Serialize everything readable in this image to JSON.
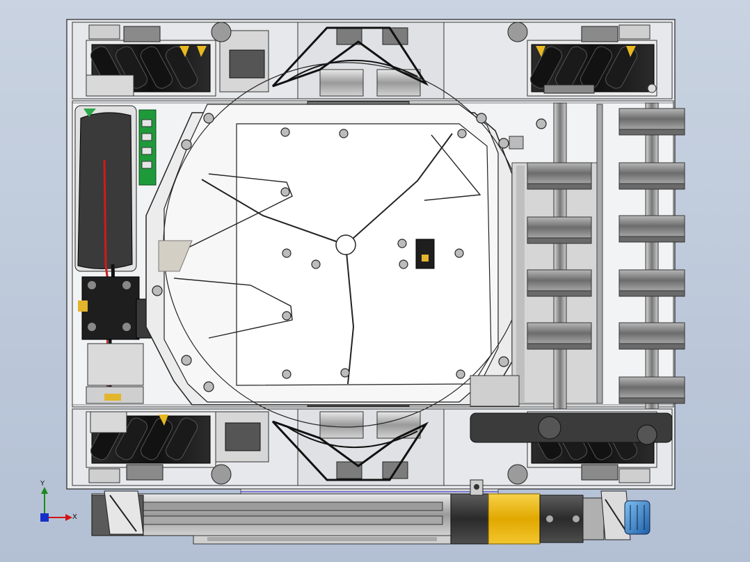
{
  "triad": {
    "x_label": "X",
    "y_label": "Y"
  },
  "colors": {
    "background_top": "#c9d3e1",
    "background_bottom": "#b3c0d4",
    "frame": "#e9ebee",
    "line": "#222222",
    "wheel": "#1a1a1a",
    "roller": "#8f8f8f",
    "motor_yellow": "#f2c21c",
    "coupling_blue": "#3f8fd6",
    "pcb_green": "#1f9a3b",
    "wire_red": "#d21a1a",
    "axis_x": "#d11313",
    "axis_y": "#1a8a1a",
    "axis_z": "#1530c8"
  },
  "parts": [
    "mecanum-wheel-front-left",
    "mecanum-wheel-front-right",
    "mecanum-wheel-rear-left",
    "mecanum-wheel-rear-right",
    "rotating-platform",
    "roller-shaft",
    "battery-pack",
    "control-board",
    "linear-actuator",
    "drive-motor",
    "shaft-coupling"
  ]
}
